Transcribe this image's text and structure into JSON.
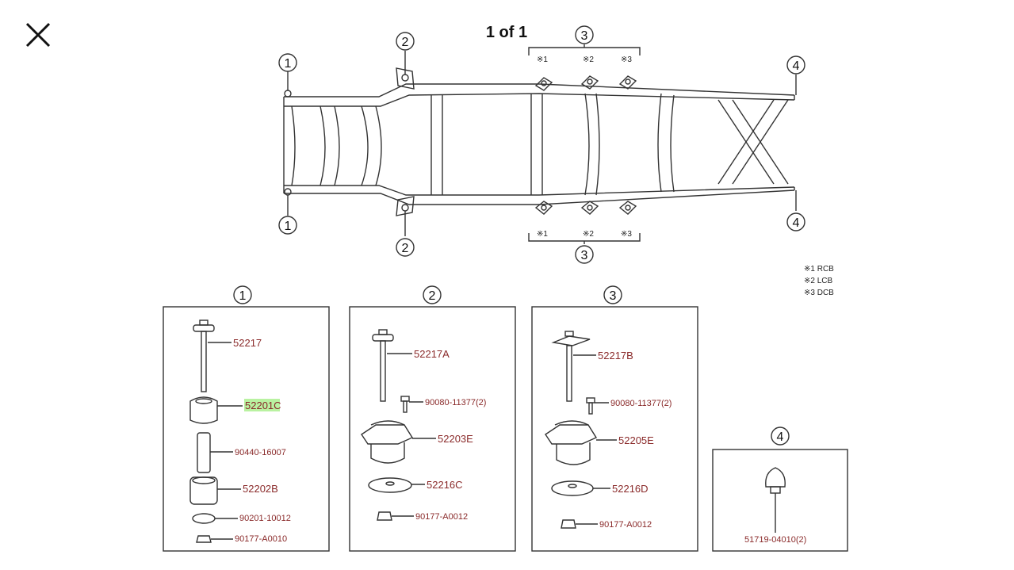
{
  "viewer": {
    "page_counter": "1 of 1",
    "close_icon": "close-icon"
  },
  "frame": {
    "callouts": [
      "1",
      "2",
      "3",
      "4"
    ],
    "markers": [
      "※1",
      "※2",
      "※3"
    ]
  },
  "legend": {
    "items": [
      "※1 RCB",
      "※2 LCB",
      "※3 DCB"
    ]
  },
  "panels": {
    "p1": {
      "number": "1",
      "parts": [
        "52217",
        "52201C",
        "90440-16007",
        "52202B",
        "90201-10012",
        "90177-A0010"
      ],
      "highlighted": "52201C",
      "highlight_color": "#b9f2a1"
    },
    "p2": {
      "number": "2",
      "parts": [
        "52217A",
        "90080-11377(2)",
        "52203E",
        "52216C",
        "90177-A0012"
      ]
    },
    "p3": {
      "number": "3",
      "parts": [
        "52217B",
        "90080-11377(2)",
        "52205E",
        "52216D",
        "90177-A0012"
      ]
    },
    "p4": {
      "number": "4",
      "parts": [
        "51719-04010(2)"
      ]
    }
  },
  "colors": {
    "part_number": "#8a2a2a",
    "line": "#333333"
  }
}
